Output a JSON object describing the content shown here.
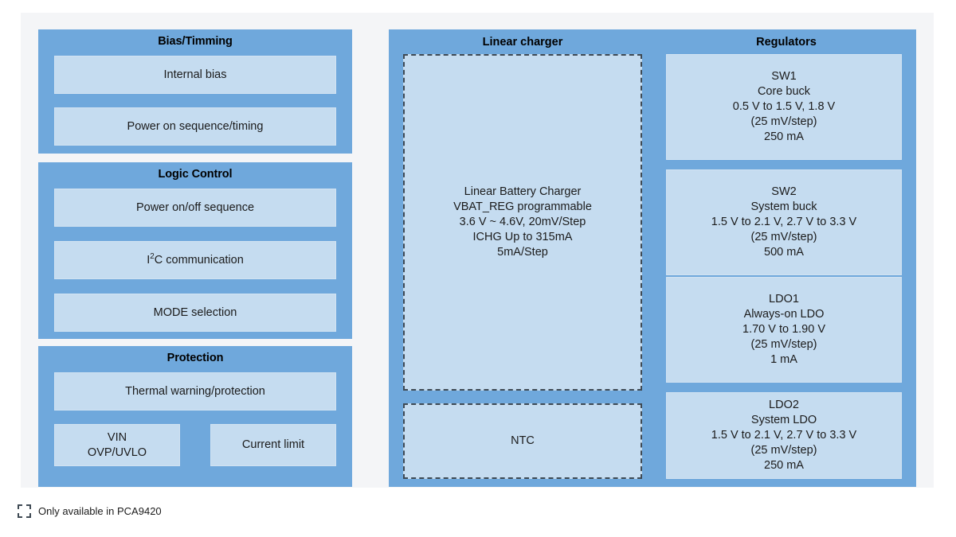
{
  "diagram": {
    "title_typo_note": "Bias/Timming",
    "colors": {
      "panel_blue": "#6fa8dc",
      "box_light_blue": "#c5dcf0",
      "dashed_border": "#3f4a54",
      "canvas_bg": "#f4f5f7",
      "text": "#1b1b1b"
    },
    "left_column": {
      "panels": [
        {
          "title": "Bias/Timming",
          "boxes": [
            {
              "lines": [
                "Internal bias"
              ]
            },
            {
              "lines": [
                "Power on sequence/timing"
              ]
            }
          ]
        },
        {
          "title": "Logic Control",
          "boxes": [
            {
              "lines": [
                "Power on/off sequence"
              ]
            },
            {
              "lines": [
                "I2C communication"
              ],
              "html": "I<sup>2</sup>C communication"
            },
            {
              "lines": [
                "MODE selection"
              ]
            }
          ]
        },
        {
          "title": "Protection",
          "boxes": [
            {
              "lines": [
                "Thermal warning/protection"
              ]
            },
            {
              "lines": [
                "VIN",
                "OVP/UVLO"
              ]
            },
            {
              "lines": [
                "Current limit"
              ]
            }
          ]
        }
      ]
    },
    "right_column": {
      "linear_charger": {
        "title": "Linear charger",
        "boxes": [
          {
            "dashed": true,
            "lines": [
              "Linear Battery Charger",
              "VBAT_REG programmable",
              "3.6 V ~ 4.6V, 20mV/Step",
              "ICHG Up to 315mA",
              "5mA/Step"
            ]
          },
          {
            "dashed": true,
            "lines": [
              "NTC"
            ]
          }
        ]
      },
      "regulators": {
        "title": "Regulators",
        "boxes": [
          {
            "lines": [
              "SW1",
              "Core buck",
              "0.5 V to 1.5 V, 1.8 V",
              "(25 mV/step)",
              "250 mA"
            ]
          },
          {
            "lines": [
              "SW2",
              "System buck",
              "1.5 V to 2.1 V, 2.7 V to 3.3 V",
              "(25 mV/step)",
              "500 mA"
            ]
          },
          {
            "lines": [
              "LDO1",
              "Always-on LDO",
              "1.70 V to 1.90 V",
              "(25 mV/step)",
              "1 mA"
            ]
          },
          {
            "lines": [
              "LDO2",
              "System LDO",
              "1.5 V to 2.1 V, 2.7 V to 3.3 V",
              "(25 mV/step)",
              "250 mA"
            ]
          }
        ]
      }
    },
    "legend": {
      "swatch": "dashed-square-icon",
      "label": "Only available in PCA9420"
    }
  }
}
